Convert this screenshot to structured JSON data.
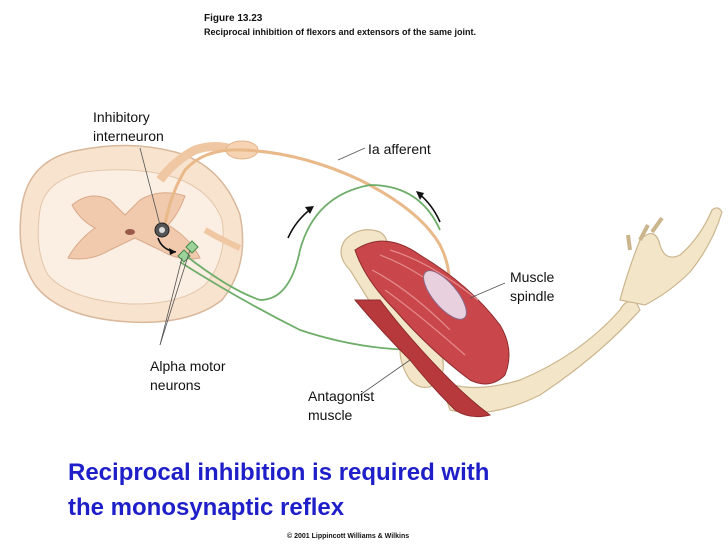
{
  "figure": {
    "number": "Figure 13.23",
    "caption": "Reciprocal inhibition of flexors and extensors of the same joint."
  },
  "labels": {
    "inhibitory_line1": "Inhibitory",
    "inhibitory_line2": "interneuron",
    "ia_afferent": "Ia afferent",
    "muscle_line1": "Muscle",
    "muscle_line2": "spindle",
    "alpha_line1": "Alpha motor",
    "alpha_line2": "neurons",
    "antagonist_line1": "Antagonist",
    "antagonist_line2": "muscle"
  },
  "title": {
    "line1": "Reciprocal inhibition is required with",
    "line2": "the monosynaptic reflex"
  },
  "copyright": "© 2001 Lippincott Williams & Wilkins",
  "colors": {
    "title": "#1f1fc9",
    "afferent_fiber": "#e9b98a",
    "motor_fiber": "#6fae6a",
    "muscle": "#c9474a",
    "bone": "#f3e6c8",
    "spinal_cord": "#f7dfc9"
  }
}
